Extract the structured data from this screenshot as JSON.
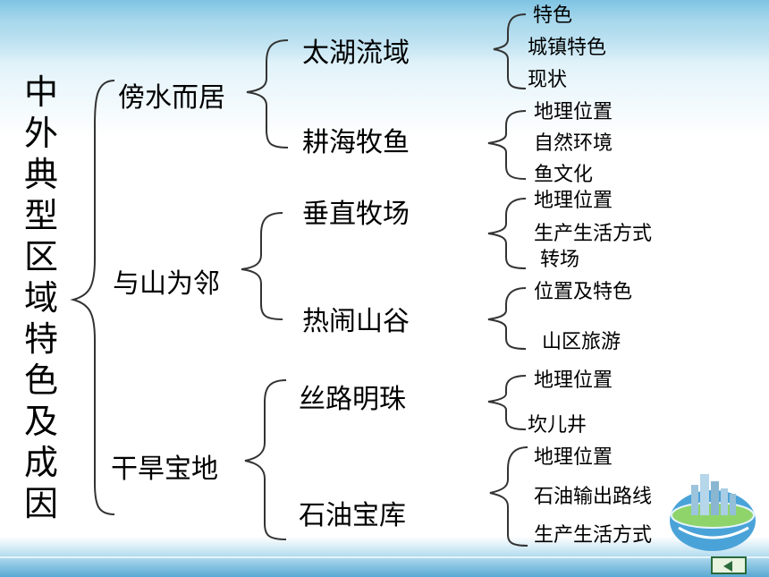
{
  "root": {
    "chars": [
      "中",
      "外",
      "典",
      "型",
      "区",
      "域",
      "特",
      "色",
      "及",
      "成",
      "因"
    ]
  },
  "branches": [
    {
      "label": "傍水而居",
      "children": [
        {
          "label": "太湖流域",
          "leaves": [
            "特色",
            "城镇特色",
            "现状"
          ]
        },
        {
          "label": "耕海牧鱼",
          "leaves": [
            "地理位置",
            "自然环境",
            "鱼文化"
          ]
        }
      ]
    },
    {
      "label": "与山为邻",
      "children": [
        {
          "label": "垂直牧场",
          "leaves": [
            "地理位置",
            "生产生活方式",
            "转场"
          ]
        },
        {
          "label": "热闹山谷",
          "leaves": [
            "位置及特色",
            "山区旅游"
          ]
        }
      ]
    },
    {
      "label": "干旱宝地",
      "children": [
        {
          "label": "丝路明珠",
          "leaves": [
            "地理位置",
            "坎儿井"
          ]
        },
        {
          "label": "石油宝库",
          "leaves": [
            "地理位置",
            "石油输出路线",
            "生产生活方式"
          ]
        }
      ]
    }
  ]
}
